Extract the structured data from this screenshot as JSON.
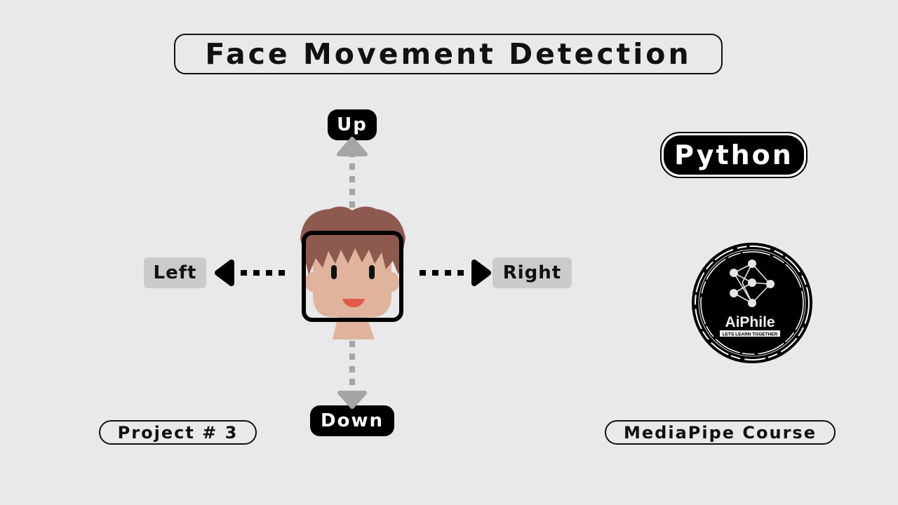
{
  "title": "Face Movement Detection",
  "directions": {
    "up": "Up",
    "down": "Down",
    "left": "Left",
    "right": "Right"
  },
  "language_badge": "Python",
  "logo": {
    "name": "AiPhile",
    "tagline": "LETS LEARN TOGETHER"
  },
  "project_label": "Project # 3",
  "course_label": "MediaPipe Course",
  "colors": {
    "background": "#e9e8ea",
    "arrow_gray": "#a5a5a5",
    "hair": "#8e5a4f",
    "skin": "#e0b39c",
    "mouth": "#e15a49"
  }
}
